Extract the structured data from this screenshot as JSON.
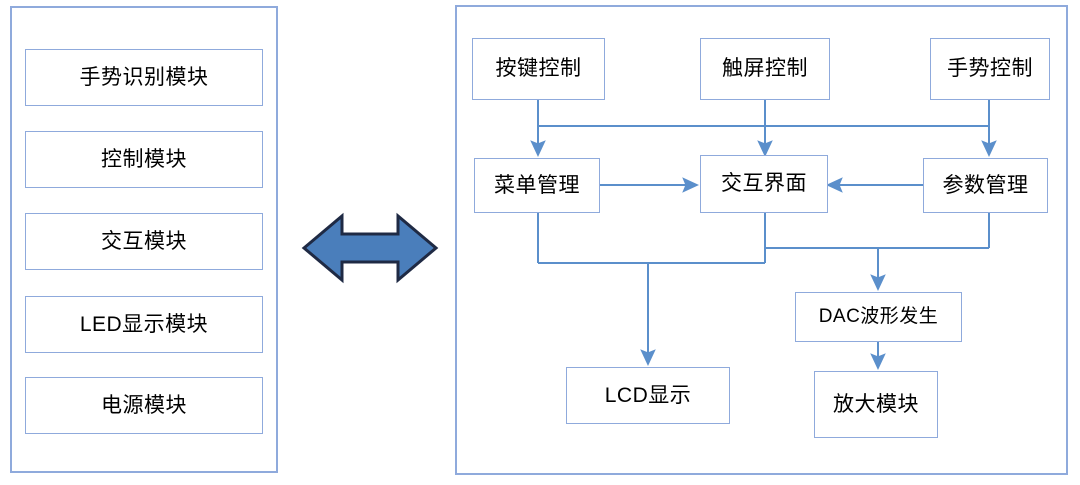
{
  "diagram": {
    "title": "System module architecture and interaction flow diagram",
    "colors": {
      "box_border": "#8FAADC",
      "panel_border": "#8FAADC",
      "connector": "#5B8FCB",
      "arrow_fill": "#4A7EBB",
      "arrow_outline": "#1F2A44",
      "text": "#000000",
      "background": "#FFFFFF"
    },
    "left_panel": {
      "name": "system-modules-panel",
      "items": [
        {
          "id": "gesture-recognition-module",
          "label": "手势识别模块"
        },
        {
          "id": "control-module",
          "label": "控制模块"
        },
        {
          "id": "interaction-module",
          "label": "交互模块"
        },
        {
          "id": "led-display-module",
          "label": "LED显示模块"
        },
        {
          "id": "power-module",
          "label": "电源模块"
        }
      ]
    },
    "center_connector": {
      "name": "bidirectional-arrow",
      "glyph": "double-headed-horizontal-arrow",
      "direction": "bidirectional"
    },
    "right_panel": {
      "name": "interaction-flow-panel",
      "nodes": [
        {
          "id": "key-control",
          "label": "按键控制"
        },
        {
          "id": "touchscreen-control",
          "label": "触屏控制"
        },
        {
          "id": "gesture-control",
          "label": "手势控制"
        },
        {
          "id": "menu-management",
          "label": "菜单管理"
        },
        {
          "id": "interactive-interface",
          "label": "交互界面"
        },
        {
          "id": "parameter-management",
          "label": "参数管理"
        },
        {
          "id": "lcd-display",
          "label": "LCD显示"
        },
        {
          "id": "dac-waveform-generator",
          "label": "DAC波形发生"
        },
        {
          "id": "amplifier-module",
          "label": "放大模块"
        }
      ],
      "edges": [
        {
          "from": "key-control",
          "to": "menu-management",
          "type": "arrow"
        },
        {
          "from": "touchscreen-control",
          "to": "interactive-interface",
          "type": "arrow"
        },
        {
          "from": "gesture-control",
          "to": "parameter-management",
          "type": "arrow"
        },
        {
          "from": "key-control",
          "to": "bus-top",
          "type": "line"
        },
        {
          "from": "touchscreen-control",
          "to": "bus-top",
          "type": "line"
        },
        {
          "from": "gesture-control",
          "to": "bus-top",
          "type": "line"
        },
        {
          "from": "menu-management",
          "to": "interactive-interface",
          "type": "arrow"
        },
        {
          "from": "parameter-management",
          "to": "interactive-interface",
          "type": "arrow"
        },
        {
          "from": "menu-management",
          "to": "lcd-display",
          "type": "arrow"
        },
        {
          "from": "interactive-interface",
          "to": "lcd-display",
          "type": "arrow"
        },
        {
          "from": "interactive-interface",
          "to": "dac-waveform-generator",
          "type": "arrow"
        },
        {
          "from": "parameter-management",
          "to": "dac-waveform-generator",
          "type": "arrow"
        },
        {
          "from": "dac-waveform-generator",
          "to": "amplifier-module",
          "type": "arrow"
        }
      ]
    }
  }
}
